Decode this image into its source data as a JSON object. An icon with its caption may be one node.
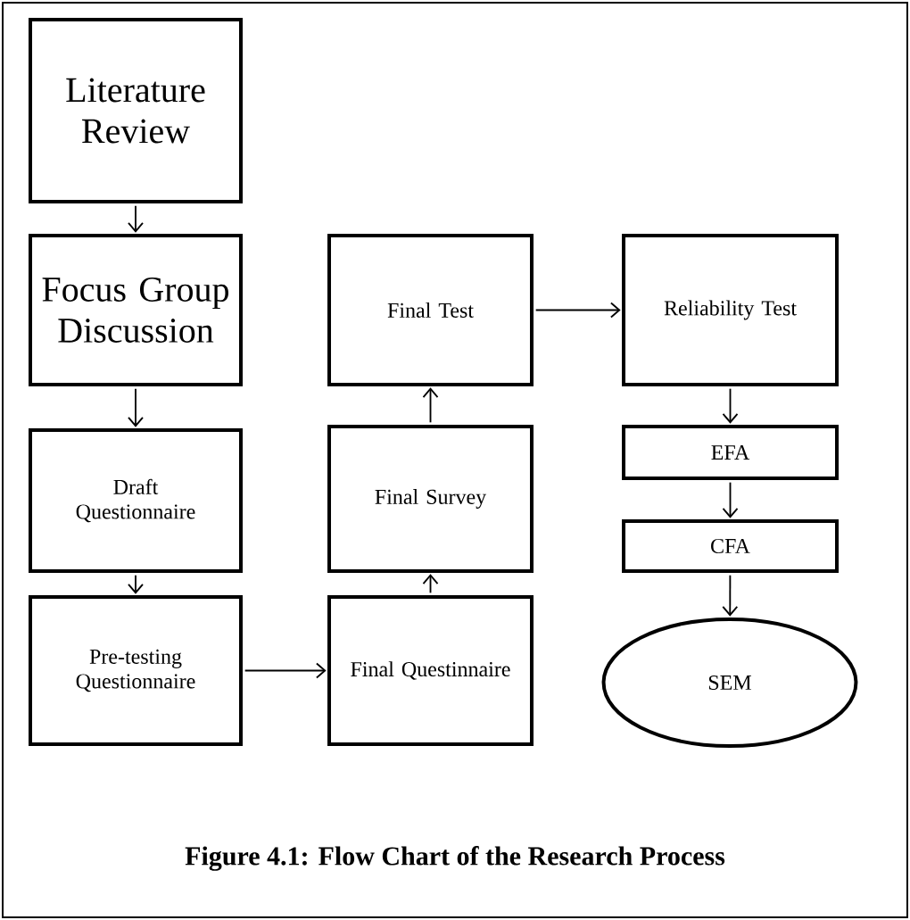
{
  "diagram": {
    "caption": "Figure 4.1: Flow Chart of the Research Process",
    "nodes": [
      {
        "text": [
          "Literature Review"
        ]
      },
      {
        "text": [
          "Focus Group Discussion"
        ]
      },
      {
        "text": [
          "Draft Questionnaire"
        ]
      },
      {
        "text": [
          "Pre-testing Questionnaire"
        ]
      },
      {
        "text": [
          "Final Questinnaire"
        ]
      },
      {
        "text": [
          "Final Survey"
        ]
      },
      {
        "text": [
          "Final Test"
        ]
      },
      {
        "text": [
          "Reliability Test"
        ]
      },
      {
        "text": [
          "EFA"
        ]
      },
      {
        "text": [
          "CFA"
        ]
      },
      {
        "text": [
          "SEM"
        ]
      }
    ],
    "edges": [
      {
        "from": 0,
        "to": 1,
        "arrow": "to"
      },
      {
        "from": 1,
        "to": 2,
        "arrow": "to"
      },
      {
        "from": 2,
        "to": 3,
        "arrow": "to"
      },
      {
        "from": 3,
        "to": 4,
        "arrow": "to"
      },
      {
        "from": 4,
        "to": 5,
        "arrow": "to"
      },
      {
        "from": 5,
        "to": 6,
        "arrow": "to"
      },
      {
        "from": 6,
        "to": 7,
        "arrow": "to"
      },
      {
        "from": 7,
        "to": 8,
        "arrow": "to"
      },
      {
        "from": 8,
        "to": 9,
        "arrow": "to"
      },
      {
        "from": 9,
        "to": 10,
        "arrow": "to"
      }
    ]
  }
}
